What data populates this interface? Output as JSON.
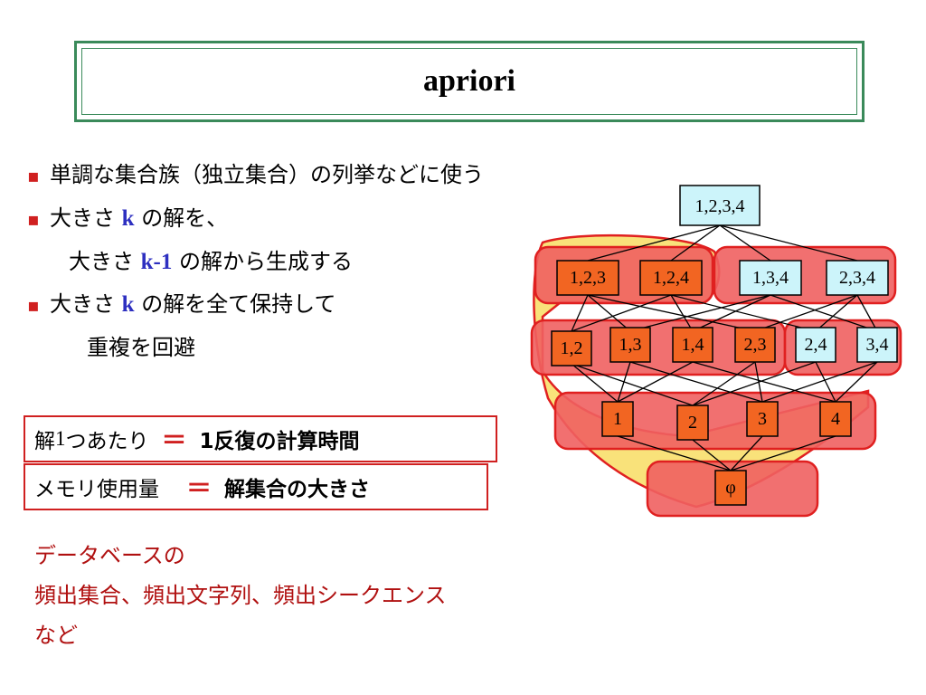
{
  "title": "apriori",
  "bullets": {
    "b1": "単調な集合族（独立集合）の列挙などに使う",
    "b2_pre": "大きさ",
    "b2_k": "k",
    "b2_post": "の解を、",
    "b2_line2_pre": "大きさ",
    "b2_line2_k": "k-1",
    "b2_line2_post": "の解から生成する",
    "b3_pre": "大きさ",
    "b3_k": "k",
    "b3_post": "の解を全て保持して",
    "b3_line2": "重複を回避"
  },
  "equations": {
    "eq1_lhs_a": "解",
    "eq1_lhs_b": "1",
    "eq1_lhs_c": "つあたり",
    "eq1_sign": "＝",
    "eq1_rhs": "1反復の計算時間",
    "eq2_lhs": "メモリ使用量",
    "eq2_sign": "＝",
    "eq2_rhs": "解集合の大きさ"
  },
  "footer": {
    "line1": "データベースの",
    "line2": "頻出集合、頻出文字列、頻出シークエンス",
    "line3": "など"
  },
  "lattice": {
    "top": "1,2,3,4",
    "level3": [
      "1,2,3",
      "1,2,4",
      "1,3,4",
      "2,3,4"
    ],
    "level2": [
      "1,2",
      "1,3",
      "1,4",
      "2,3",
      "2,4",
      "3,4"
    ],
    "level1": [
      "1",
      "2",
      "3",
      "4"
    ],
    "bottom": "φ",
    "colors": {
      "highlight_fill": "#f06060",
      "highlight_stroke": "#e02020",
      "yellow_fill": "#f9e27a",
      "orange_node": "#f26522",
      "blue_node": "#ccf4fa"
    }
  }
}
